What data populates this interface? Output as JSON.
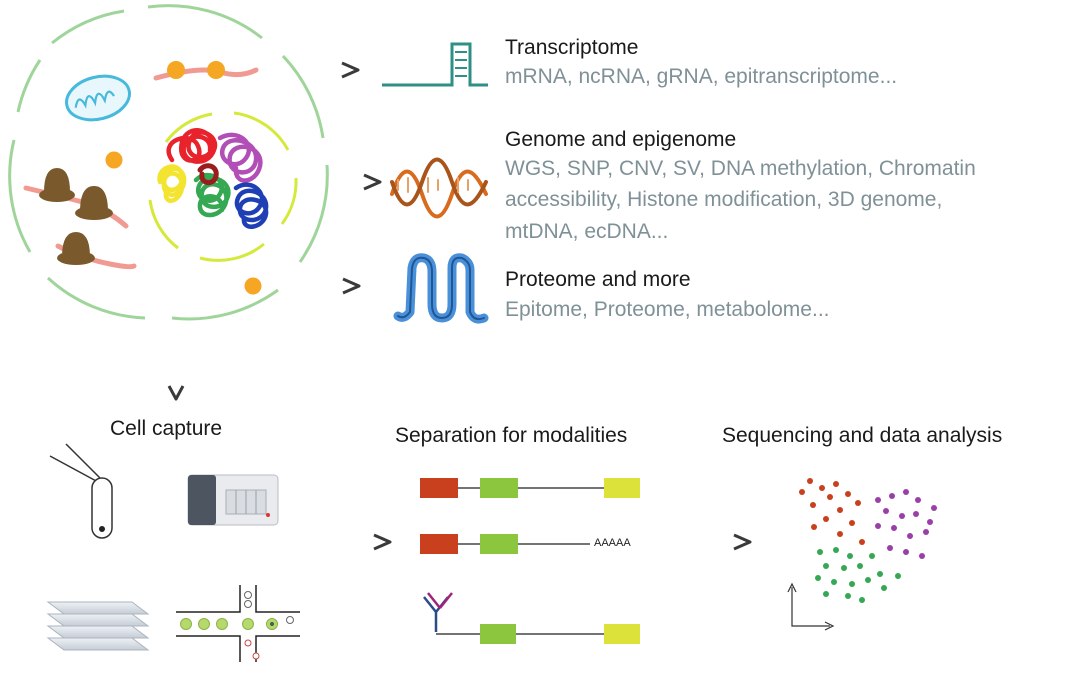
{
  "omics": {
    "transcriptome": {
      "title": "Transcriptome",
      "details": [
        "mRNA, ncRNA, gRNA, epitranscriptome..."
      ]
    },
    "genome": {
      "title": "Genome and epigenome",
      "details": [
        "WGS, SNP, CNV, SV, DNA methylation, Chromatin",
        "accessibility, Histone modification, 3D genome,",
        "mtDNA, ecDNA..."
      ]
    },
    "proteome": {
      "title": "Proteome and more",
      "details": [
        "Epitome, Proteome, metabolome..."
      ]
    }
  },
  "workflow": {
    "capture": "Cell capture",
    "separation": "Separation for modalities",
    "polya": "AAAAA",
    "sequencing": "Sequencing and data analysis"
  },
  "colors": {
    "membrane": "#9fd59a",
    "teal": "#2f8f86",
    "arrow": "#3a3a3a",
    "text_gray": "#7f9197",
    "red_box": "#c8401e",
    "green_box": "#8cc63f",
    "yellow_box": "#dde23a"
  }
}
